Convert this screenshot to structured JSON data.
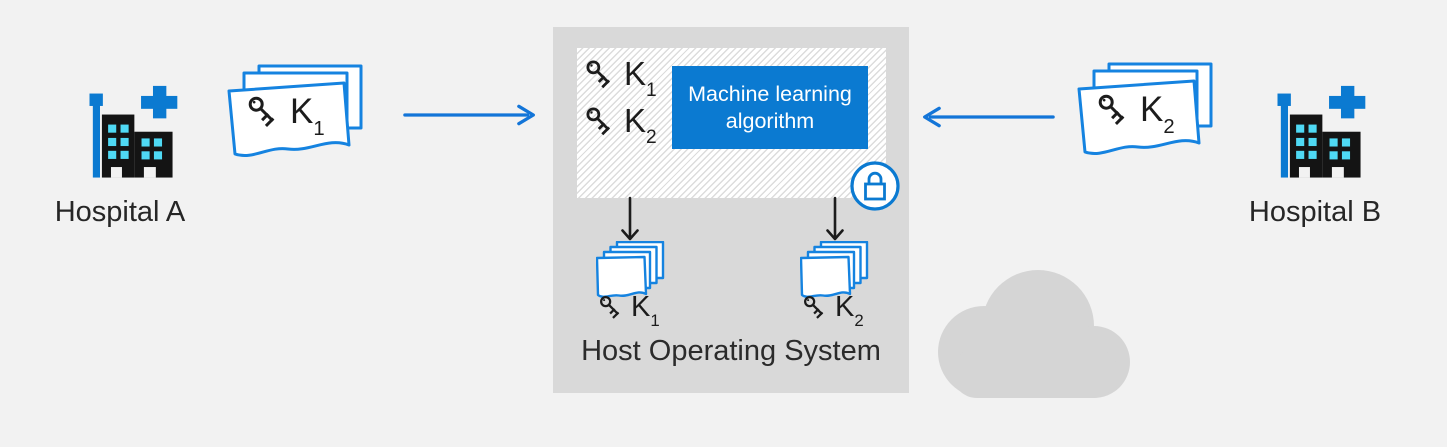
{
  "hospital_a": {
    "label": "Hospital A",
    "key": {
      "base": "K",
      "sub": "1"
    }
  },
  "hospital_b": {
    "label": "Hospital B",
    "key": {
      "base": "K",
      "sub": "2"
    }
  },
  "enclave": {
    "keys": [
      {
        "base": "K",
        "sub": "1"
      },
      {
        "base": "K",
        "sub": "2"
      }
    ],
    "ml": {
      "line1": "Machine learning",
      "line2": "algorithm"
    }
  },
  "host": {
    "label": "Host Operating System",
    "outputs": [
      {
        "base": "K",
        "sub": "1"
      },
      {
        "base": "K",
        "sub": "2"
      }
    ]
  },
  "colors": {
    "background": "#f2f2f2",
    "box_gray": "#d9d9d9",
    "cloud_gray": "#d5d5d5",
    "accent_blue": "#0b7ad1",
    "doc_blue": "#1583e0",
    "arrow_blue": "#1375d8",
    "window_cyan": "#4fd9f4",
    "ink": "#1c1c1c",
    "text_dark": "#262626",
    "hatch_line": "#dcdcdc"
  }
}
